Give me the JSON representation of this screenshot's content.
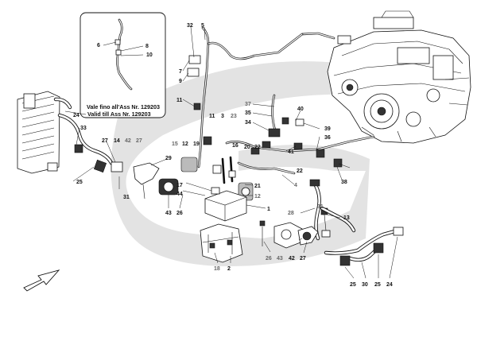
{
  "inset": {
    "note_line1": "Vale fino all'Ass Nr. 129203",
    "note_line2": "Valid till Ass Nr. 129203",
    "labels": [
      "6",
      "8",
      "10"
    ]
  },
  "callouts": {
    "c32": "32",
    "c5": "5",
    "c7": "7",
    "c9": "9",
    "c11a": "11",
    "c37": "37",
    "c35": "35",
    "c34": "34",
    "c40": "40",
    "c3": "3",
    "c11b": "11",
    "c23": "23",
    "c39": "39",
    "c36": "36",
    "c41": "41",
    "c22a": "22",
    "c20": "20",
    "c16": "16",
    "c15": "15",
    "c12a": "12",
    "c19": "19",
    "c22b": "22",
    "c38": "38",
    "c4": "4",
    "c24a": "24",
    "c33": "33",
    "c27a": "27",
    "c14": "14",
    "c42a": "42",
    "c27b": "27",
    "c29": "29",
    "c25a": "25",
    "c31a": "31",
    "c17": "17",
    "c44": "44",
    "c21": "21",
    "c12b": "12",
    "c1": "1",
    "c43a": "43",
    "c26a": "26",
    "c28": "28",
    "c31b": "31",
    "c13": "13",
    "c18": "18",
    "c2": "2",
    "c26b": "26",
    "c43b": "43",
    "c42b": "42",
    "c27c": "27",
    "c25b": "25",
    "c30": "30",
    "c25c": "25",
    "c24b": "24"
  },
  "icons": {
    "direction_arrow": "front-direction-arrow-icon"
  },
  "colors": {
    "background": "#ffffff",
    "band": "#e3e3e3",
    "line": "#111111"
  }
}
